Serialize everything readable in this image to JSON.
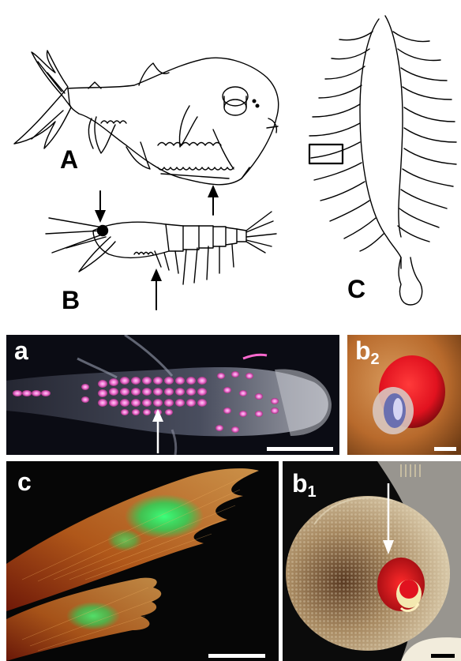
{
  "figure": {
    "drawings": {
      "A": {
        "label": "A"
      },
      "B": {
        "label": "B"
      },
      "C": {
        "label": "C"
      }
    },
    "photos": {
      "a": {
        "label": "a",
        "subscript": ""
      },
      "b2": {
        "label": "b",
        "subscript": "2"
      },
      "c": {
        "label": "c",
        "subscript": ""
      },
      "b1": {
        "label": "b",
        "subscript": "1"
      }
    }
  },
  "colors": {
    "ink": "#000000",
    "label_on_photo": "#ffffff",
    "photophore_pink": "#f27ad7",
    "eye_red": "#e1121f",
    "fluorescence_green": "#26d65a",
    "tissue_orange": "#c2601c"
  }
}
